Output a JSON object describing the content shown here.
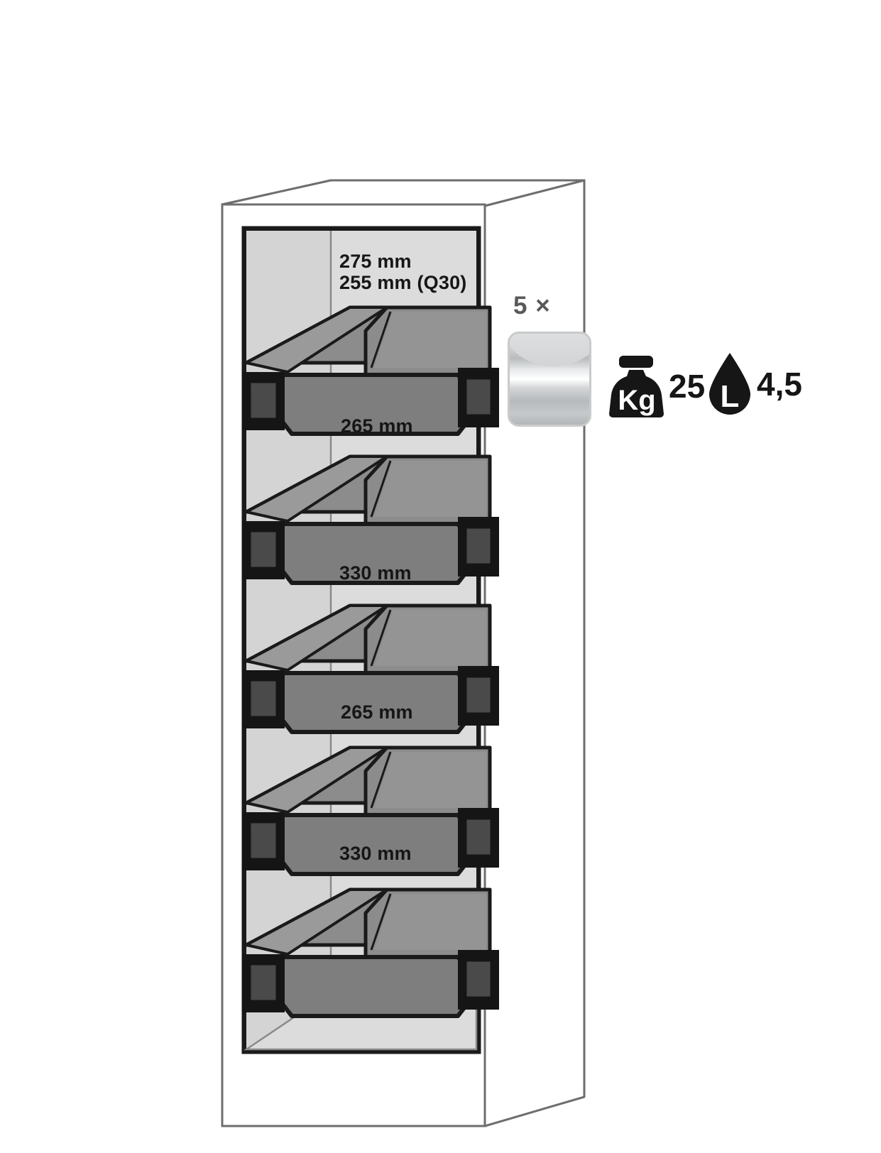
{
  "diagram": {
    "type": "safety-storage-cabinet-interior",
    "shelf_labels": [
      {
        "id": "shelf-1",
        "primary": "275 mm",
        "secondary": "255 mm (Q30)"
      },
      {
        "id": "shelf-2",
        "primary": "265 mm",
        "secondary": ""
      },
      {
        "id": "shelf-3",
        "primary": "330 mm",
        "secondary": ""
      },
      {
        "id": "shelf-4",
        "primary": "265 mm",
        "secondary": ""
      },
      {
        "id": "shelf-5",
        "primary": "330 mm",
        "secondary": ""
      }
    ],
    "specs": {
      "quantity": "5 ×",
      "material_swatch": "brushed-stainless-steel",
      "weight": {
        "icon": "kg-weight-icon",
        "unit": "Kg",
        "value": "25"
      },
      "volume": {
        "icon": "liquid-drop-icon",
        "unit": "L",
        "value": "4,5"
      }
    },
    "colors": {
      "cabinet_outline": "#6e6e6e",
      "interior_back": "#dcdcdc",
      "interior_side": "#d2d2d2",
      "tray_top": "#8c8c8c",
      "tray_front": "#7e7e7e",
      "tray_edge": "#9a9a9a",
      "rail_dark": "#1a1a1a",
      "text": "#161616",
      "qty_text": "#58595b"
    }
  }
}
